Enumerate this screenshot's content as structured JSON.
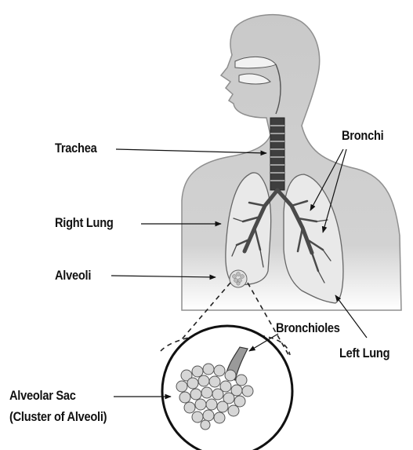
{
  "labels": {
    "trachea": "Trachea",
    "right_lung": "Right Lung",
    "alveoli": "Alveoli",
    "bronchi": "Bronchi",
    "bronchioles": "Bronchioles",
    "left_lung": "Left Lung",
    "alveolar_sac": "Alveolar Sac",
    "alveolar_sac_sub": "(Cluster of Alveoli)"
  },
  "colors": {
    "body_fill": "#c9c9c9",
    "body_edge": "#8f8f8f",
    "lung_fill": "#e9e9e9",
    "airway": "#4a4a4a",
    "alveoli_fill": "#d6d6d6",
    "ink": "#111111"
  }
}
